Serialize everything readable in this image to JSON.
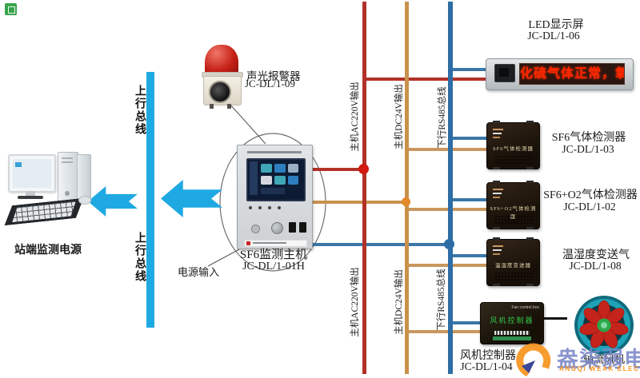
{
  "colors": {
    "cyan_bus": "#1fa9e2",
    "bus_red": "#b23128",
    "bus_orange": "#c9914c",
    "bus_blue": "#2e6da4",
    "branch_tan": "#c9975e",
    "branch_blue": "#3a77a8",
    "led_text_red": "#ff2600",
    "watermark_orange": "#f7941d",
    "watermark_blue": "#7a86c8"
  },
  "station": {
    "label": "站端监测电源"
  },
  "uplink": {
    "label": "上行总线"
  },
  "alarm": {
    "name": "声光报警器",
    "model": "JC-DL/1-09"
  },
  "host": {
    "name": "SF6监测主机",
    "model": "JC-DL/1-01H",
    "power_input_label": "电源输入"
  },
  "bus_labels": {
    "ac220": "主机AC220V输出",
    "dc24": "主机DC24V输出",
    "rs485": "下行RS485总线"
  },
  "devices": [
    {
      "name": "LED显示屏",
      "model": "JC-DL/1-06",
      "screen_text": "化硫气体正常，氧"
    },
    {
      "name": "SF6气体检测器",
      "model": "JC-DL/1-03",
      "panel_text": "SF6气体检测器"
    },
    {
      "name": "SF6+O2气体检测器",
      "model": "JC-DL/1-02",
      "panel_text": "SF6+O2气体检测器"
    },
    {
      "name": "温湿度变送气",
      "model": "JC-DL/1-08",
      "panel_text": "温湿度变送器"
    },
    {
      "name": "风机控制器",
      "model": "JC-DL/1-04",
      "panel_text": "风机控制器",
      "panel_text_en": "Fan control box"
    },
    {
      "name": "轴流风机"
    }
  ],
  "watermark": {
    "cn": "盎柒弱电",
    "en": "ANGQI WEAK ELECTRICITY"
  }
}
